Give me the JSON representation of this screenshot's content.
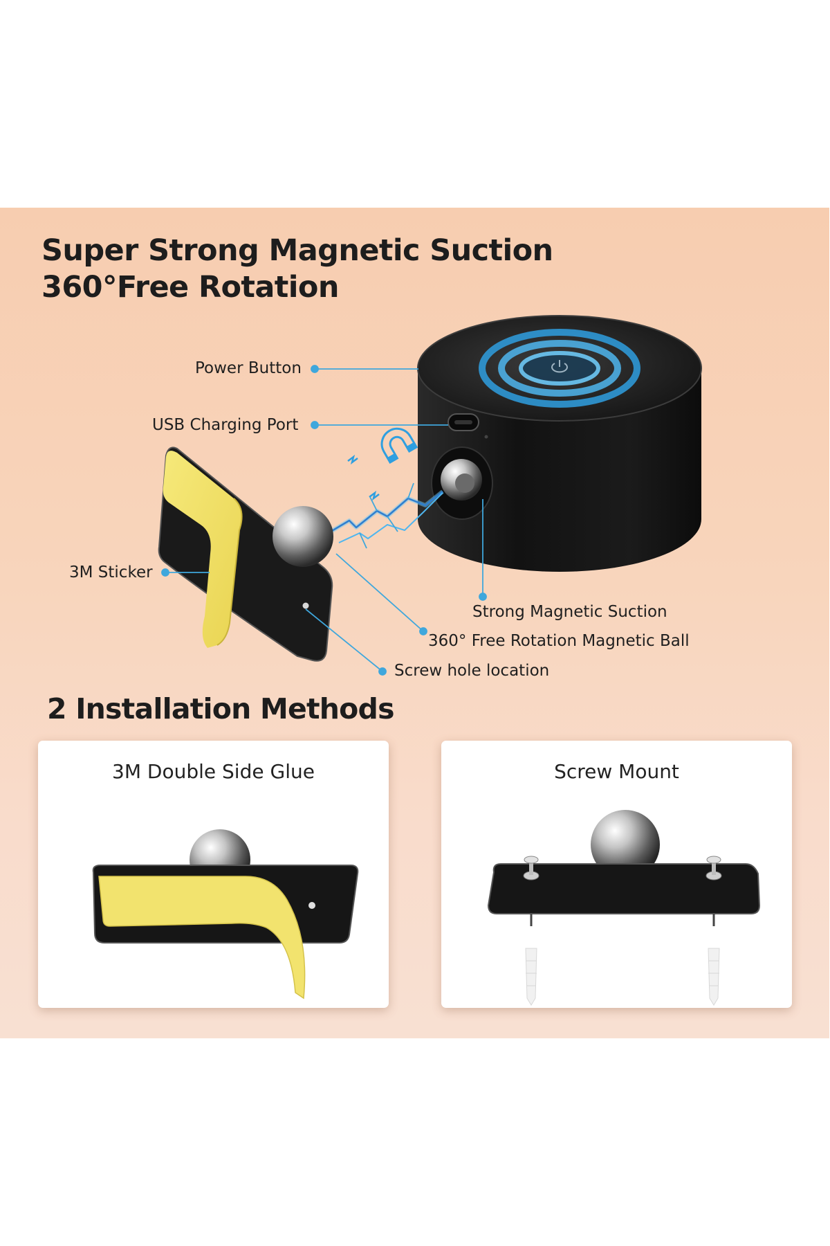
{
  "headline": {
    "line1": "Super Strong Magnetic Suction",
    "line2": "360°Free Rotation"
  },
  "callouts": {
    "power_button": "Power Button",
    "usb_port": "USB Charging Port",
    "sticker": "3M Sticker",
    "magnetic_suction": "Strong Magnetic Suction",
    "magnetic_ball": "360° Free Rotation Magnetic Ball",
    "screw_hole": "Screw hole location"
  },
  "installation": {
    "title": "2 Installation Methods",
    "methods": [
      {
        "label": "3M Double Side Glue"
      },
      {
        "label": "Screw Mount"
      }
    ]
  },
  "colors": {
    "panel_background": "#f8d3ba",
    "callout_line": "#3fa7dc",
    "device_body": "#1a1a1a",
    "sticker_yellow": "#f2e26a",
    "glow_blue": "#2f9fe0"
  }
}
